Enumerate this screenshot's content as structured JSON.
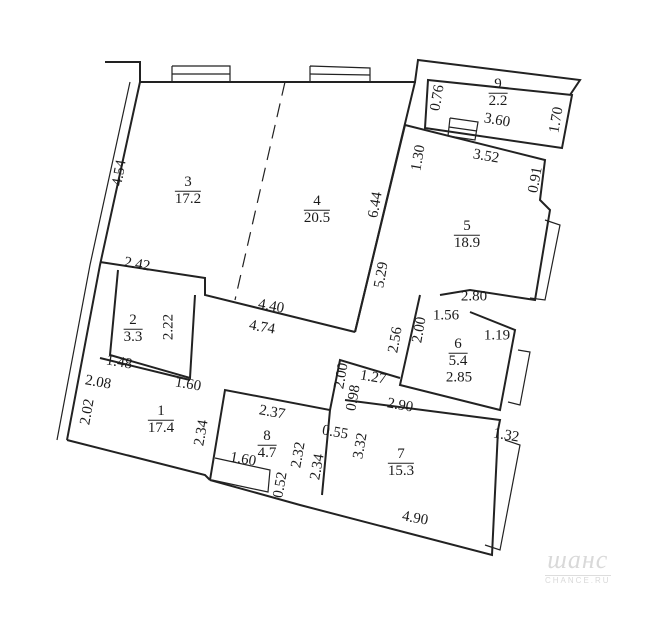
{
  "rooms": [
    {
      "number": "1",
      "area": "17.4"
    },
    {
      "number": "2",
      "area": "3.3"
    },
    {
      "number": "3",
      "area": "17.2"
    },
    {
      "number": "4",
      "area": "20.5"
    },
    {
      "number": "5",
      "area": "18.9"
    },
    {
      "number": "6",
      "area": "5.4"
    },
    {
      "number": "7",
      "area": "15.3"
    },
    {
      "number": "8",
      "area": "4.7"
    },
    {
      "number": "9",
      "area": "2.2"
    }
  ],
  "dimensions": [
    "0.76",
    "3.60",
    "1.70",
    "1.30",
    "3.52",
    "0.91",
    "4.54",
    "6.44",
    "5.29",
    "2.42",
    "2.80",
    "1.56",
    "1.19",
    "2.56",
    "2.00",
    "2.85",
    "4.40",
    "4.74",
    "2.22",
    "1.48",
    "2.08",
    "1.60",
    "2.00",
    "1.27",
    "0.98",
    "2.90",
    "2.02",
    "2.34",
    "2.37",
    "0.55",
    "3.32",
    "1.32",
    "2.32",
    "2.34",
    "1.60",
    "0.52",
    "4.90"
  ],
  "watermark": {
    "script": "шанс",
    "sub": "CHANCE.RU"
  }
}
